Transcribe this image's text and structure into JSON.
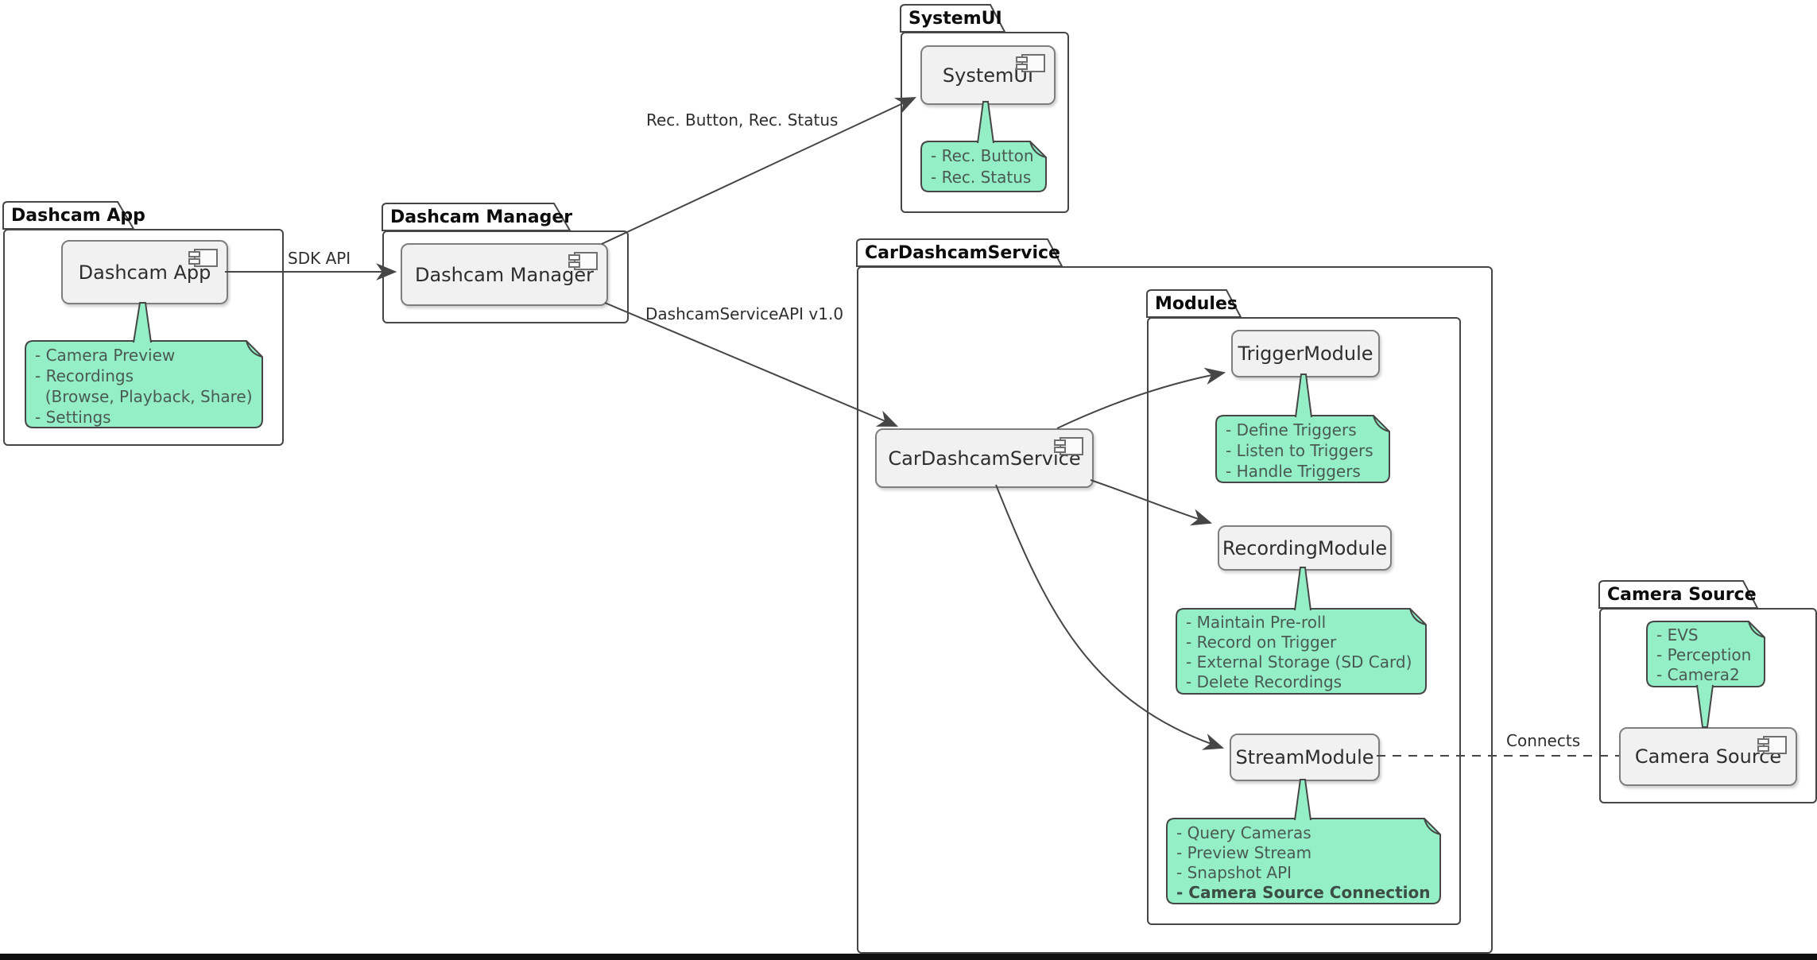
{
  "packages": {
    "dashcam_app": {
      "label": "Dashcam App"
    },
    "dashcam_manager": {
      "label": "Dashcam Manager"
    },
    "systemui": {
      "label": "SystemUI"
    },
    "car_dashcam_service": {
      "label": "CarDashcamService"
    },
    "modules": {
      "label": "Modules"
    },
    "camera_source": {
      "label": "Camera Source"
    }
  },
  "components": {
    "dashcam_app": {
      "label": "Dashcam App"
    },
    "dashcam_manager": {
      "label": "Dashcam Manager"
    },
    "systemui": {
      "label": "SystemUI"
    },
    "car_dashcam_service": {
      "label": "CarDashcamService"
    },
    "trigger_module": {
      "label": "TriggerModule"
    },
    "recording_module": {
      "label": "RecordingModule"
    },
    "stream_module": {
      "label": "StreamModule"
    },
    "camera_source": {
      "label": "Camera Source"
    }
  },
  "notes": {
    "dashcam_app": {
      "lines": [
        "- Camera Preview",
        "- Recordings",
        "  (Browse, Playback, Share)",
        "- Settings"
      ]
    },
    "systemui": {
      "lines": [
        "- Rec. Button",
        "- Rec. Status"
      ]
    },
    "trigger_module": {
      "lines": [
        "- Define Triggers",
        "- Listen to Triggers",
        "- Handle Triggers"
      ]
    },
    "recording_module": {
      "lines": [
        "- Maintain Pre-roll",
        "- Record on Trigger",
        "- External Storage (SD Card)",
        "- Delete Recordings"
      ]
    },
    "stream_module": {
      "lines": [
        "- Query Cameras",
        "- Preview Stream",
        "- Snapshot API",
        "- Camera Source Connection"
      ]
    },
    "camera_source": {
      "lines": [
        "- EVS",
        "- Perception",
        "- Camera2"
      ]
    }
  },
  "edges": {
    "sdk_api": {
      "label": "SDK API"
    },
    "rec_button_status": {
      "label": "Rec. Button, Rec. Status"
    },
    "dashcam_service_api": {
      "label": "DashcamServiceAPI v1.0"
    },
    "connects": {
      "label": "Connects"
    }
  },
  "colors": {
    "background": "#FFFFFF",
    "line": "#454645",
    "note_fill": "#94EFC7",
    "note_border": "#454645",
    "note_text": "#4A5A52",
    "component_fill": "#F1F1F1",
    "component_border": "#7E7E7E",
    "bottom_bar": "#101010"
  }
}
